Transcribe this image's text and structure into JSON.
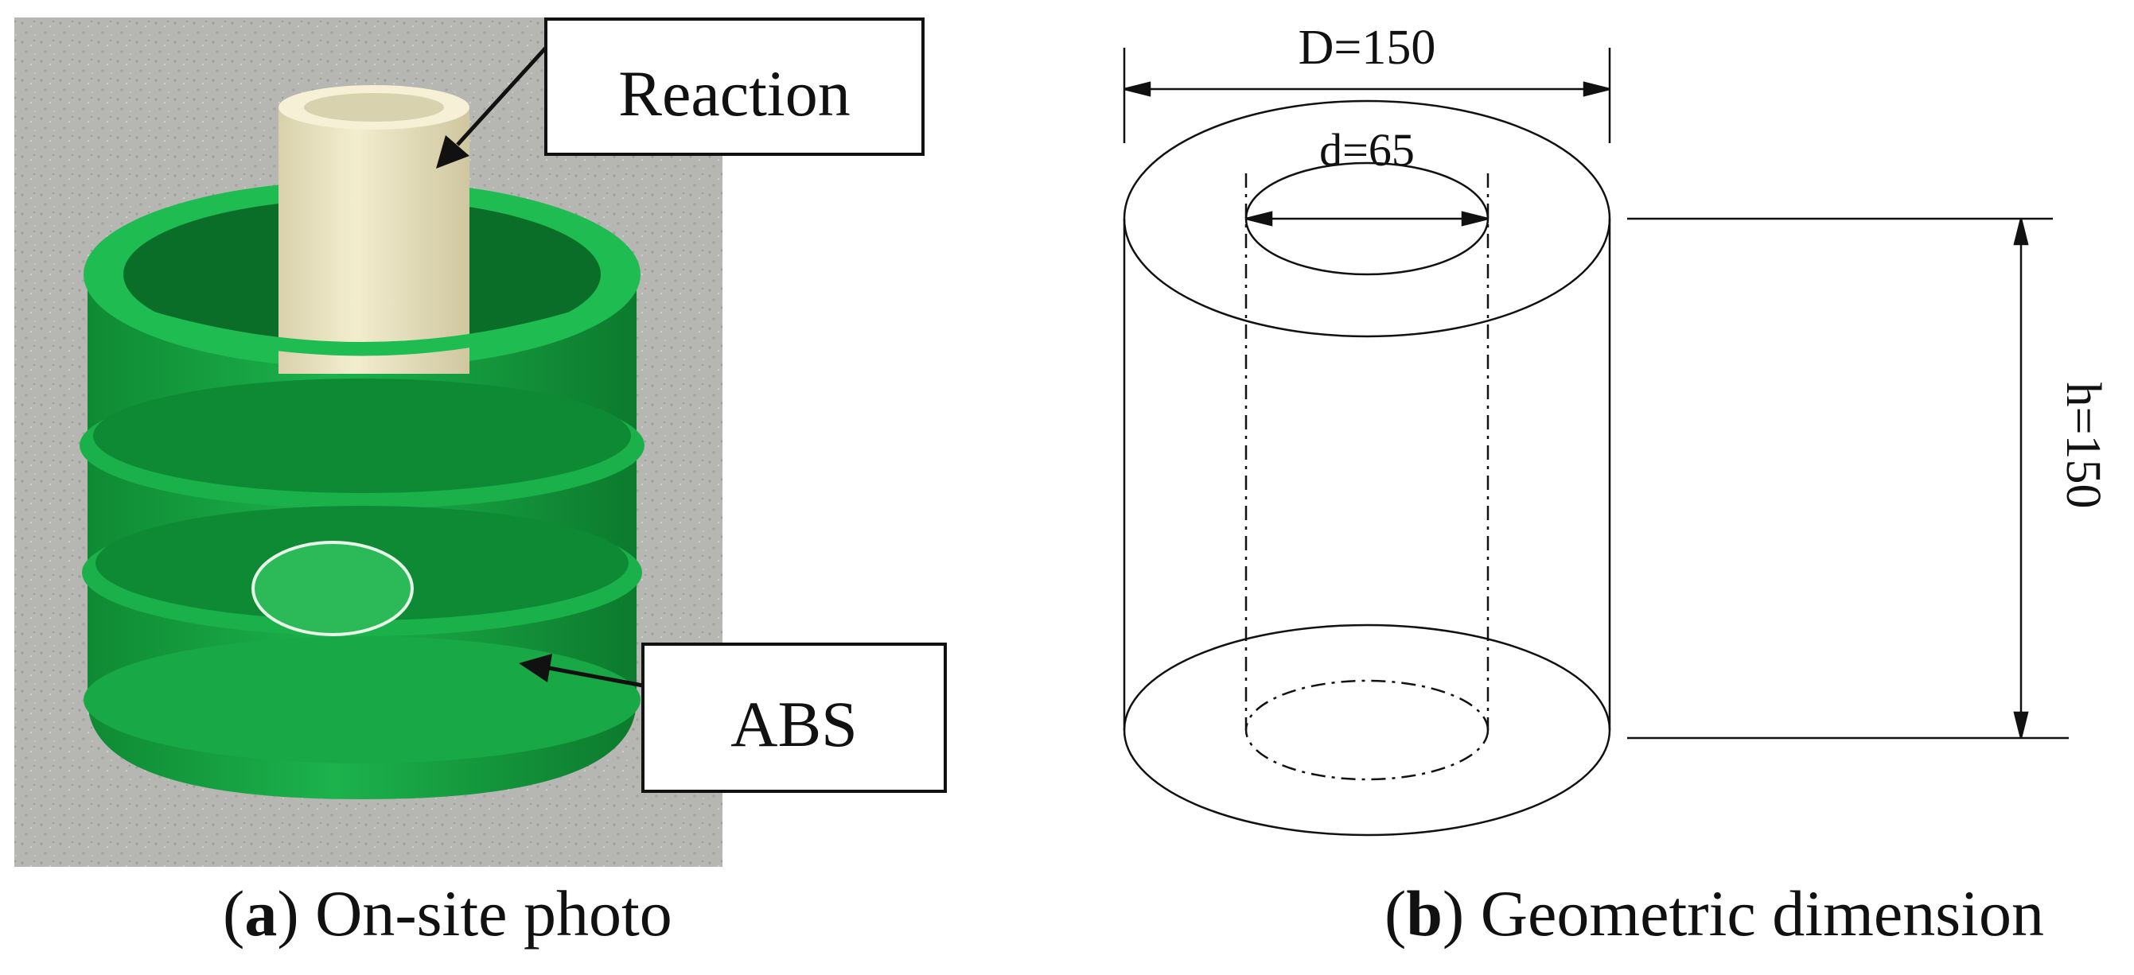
{
  "panel_a": {
    "labels": {
      "reaction": "Reaction",
      "abs": "ABS"
    },
    "caption": {
      "open": "(",
      "letter": "a",
      "close": ")",
      "text": " On-site photo"
    },
    "colors": {
      "mold_green": "#17a043",
      "mold_dark_green": "#0d7a30",
      "tube_cream": "#ede6c4",
      "ground_gray": "#b4b4b0"
    }
  },
  "panel_b": {
    "dimensions": {
      "outer_diameter": "D=150",
      "inner_diameter": "d=65",
      "height": "h=150"
    },
    "caption": {
      "open": "(",
      "letter": "b",
      "close": ")",
      "text": " Geometric dimension"
    }
  }
}
